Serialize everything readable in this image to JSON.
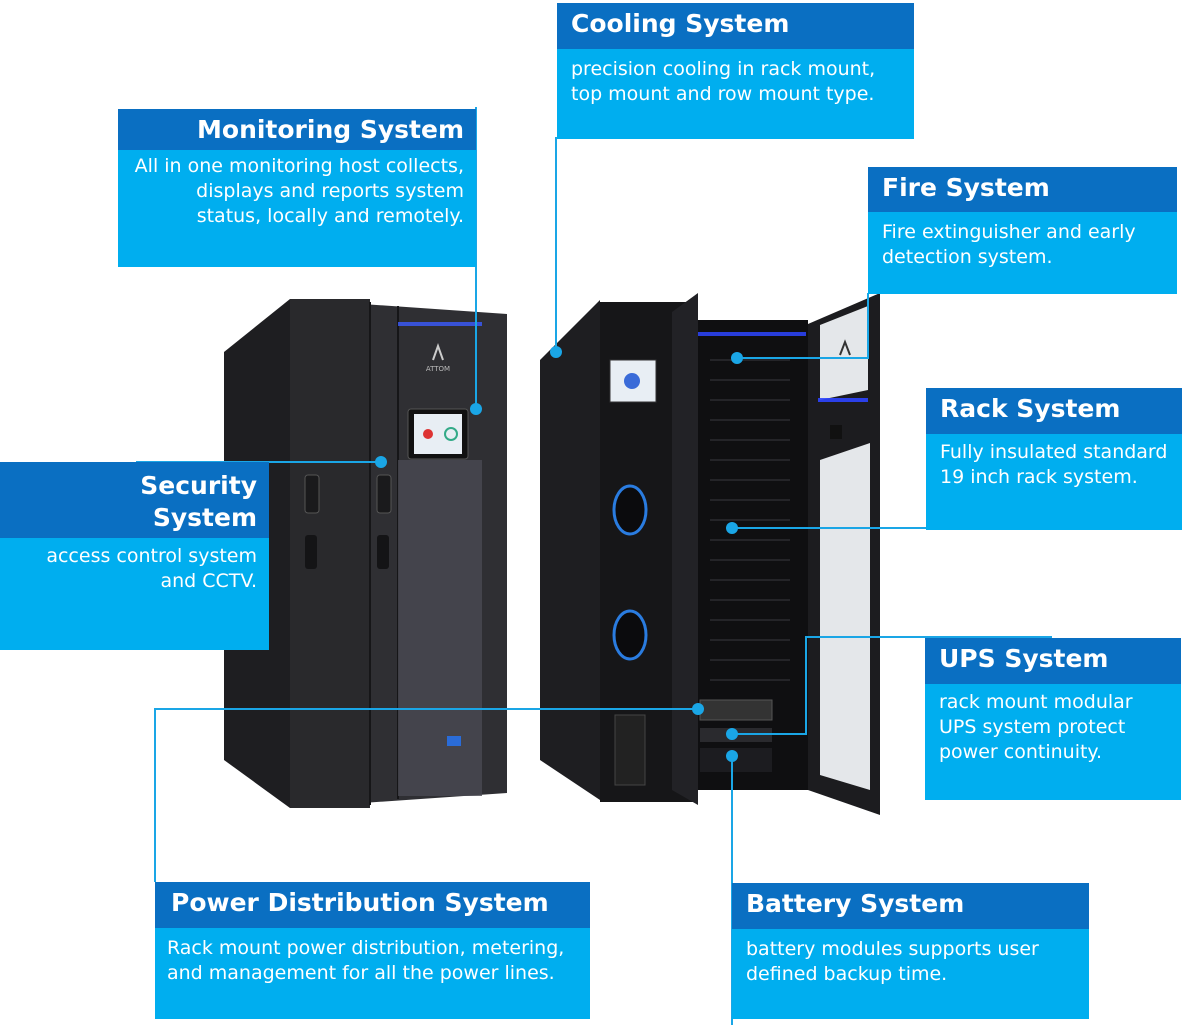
{
  "callouts": {
    "cooling": {
      "title": "Cooling System",
      "text": "precision cooling in rack mount, top mount and row mount type."
    },
    "monitoring": {
      "title": "Monitoring System",
      "text": "All in one monitoring host collects, displays and reports system status, locally and remotely."
    },
    "fire": {
      "title": "Fire System",
      "text": "Fire extinguisher and early detection system."
    },
    "rack": {
      "title": "Rack System",
      "text": "Fully insulated standard 19 inch rack system."
    },
    "security": {
      "title_line1": "Security",
      "title_line2": "System",
      "text": "access control system and CCTV."
    },
    "ups": {
      "title": "UPS System",
      "text": "rack mount modular UPS system protect power continuity."
    },
    "power": {
      "title": "Power Distribution System",
      "text": "Rack mount power distribution, metering, and management for all the power lines."
    },
    "battery": {
      "title": "Battery System",
      "text": "battery modules supports user defined backup time."
    }
  },
  "cabinet": {
    "logo_text": "ATTOM"
  },
  "colors": {
    "header": "#0a6fc2",
    "body": "#00aeef",
    "line": "#1aa6e6",
    "cabinet": "#2b2b2e"
  }
}
